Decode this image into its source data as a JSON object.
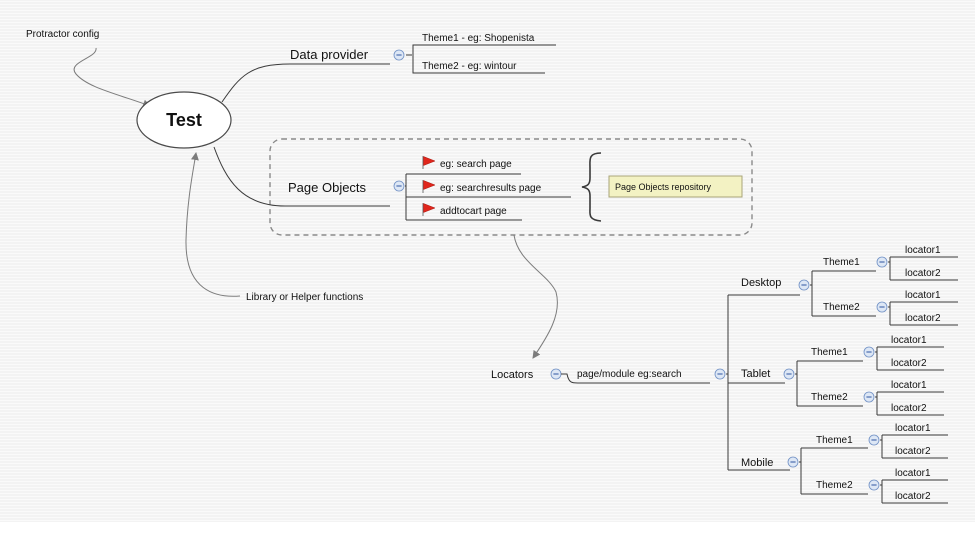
{
  "root": {
    "label": "Test"
  },
  "notes": {
    "protractor_config": "Protractor config",
    "library_helpers": "Library or Helper functions"
  },
  "data_provider": {
    "label": "Data provider",
    "children": [
      "Theme1 - eg: Shopenista",
      "Theme2 - eg: wintour"
    ]
  },
  "page_objects": {
    "label": "Page Objects",
    "children": [
      "eg: search page",
      "eg: searchresults page",
      "addtocart page"
    ],
    "repository_label": "Page Objects repository"
  },
  "locators": {
    "label": "Locators",
    "module": "page/module eg:search",
    "devices": [
      {
        "label": "Desktop",
        "themes": [
          {
            "label": "Theme1",
            "locators": [
              "locator1",
              "locator2"
            ]
          },
          {
            "label": "Theme2",
            "locators": [
              "locator1",
              "locator2"
            ]
          }
        ]
      },
      {
        "label": "Tablet",
        "themes": [
          {
            "label": "Theme1",
            "locators": [
              "locator1",
              "locator2"
            ]
          },
          {
            "label": "Theme2",
            "locators": [
              "locator1",
              "locator2"
            ]
          }
        ]
      },
      {
        "label": "Mobile",
        "themes": [
          {
            "label": "Theme1",
            "locators": [
              "locator1",
              "locator2"
            ]
          },
          {
            "label": "Theme2",
            "locators": [
              "locator1",
              "locator2"
            ]
          }
        ]
      }
    ]
  },
  "colors": {
    "background": "#f3f3f3",
    "line": "#3a3a3a",
    "arrow": "#7c7c7c",
    "toggle_fill": "#dde7f5",
    "toggle_stroke": "#6f8fc4",
    "flag": "#e0261c",
    "note_fill": "#f3f2c3",
    "note_border": "#a8a478",
    "dashed_box": "#8a8a8a"
  }
}
